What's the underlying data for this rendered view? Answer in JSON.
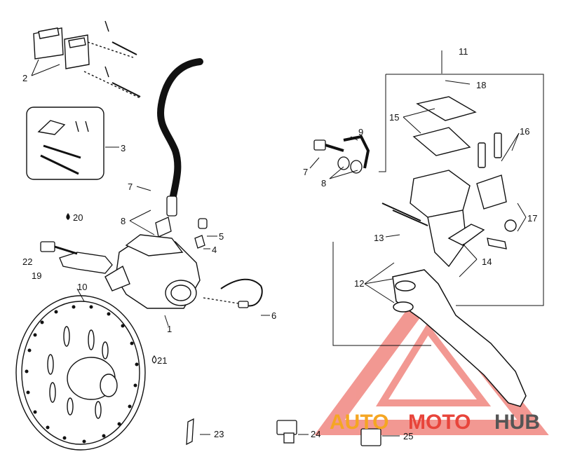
{
  "callouts": [
    "1",
    "2",
    "3",
    "4",
    "5",
    "6",
    "7",
    "7",
    "8",
    "8",
    "9",
    "10",
    "11",
    "12",
    "13",
    "14",
    "15",
    "16",
    "17",
    "18",
    "19",
    "20",
    "21",
    "22",
    "23",
    "24",
    "25"
  ],
  "watermark": {
    "part1": "AUTO",
    "part2": "MOTO",
    "part3": "HUB",
    "color_orange": "#f5a623",
    "color_red": "#e8443a",
    "color_gray": "#555555"
  },
  "icons": [
    "oil-drop-icon",
    "oil-drop-icon"
  ]
}
